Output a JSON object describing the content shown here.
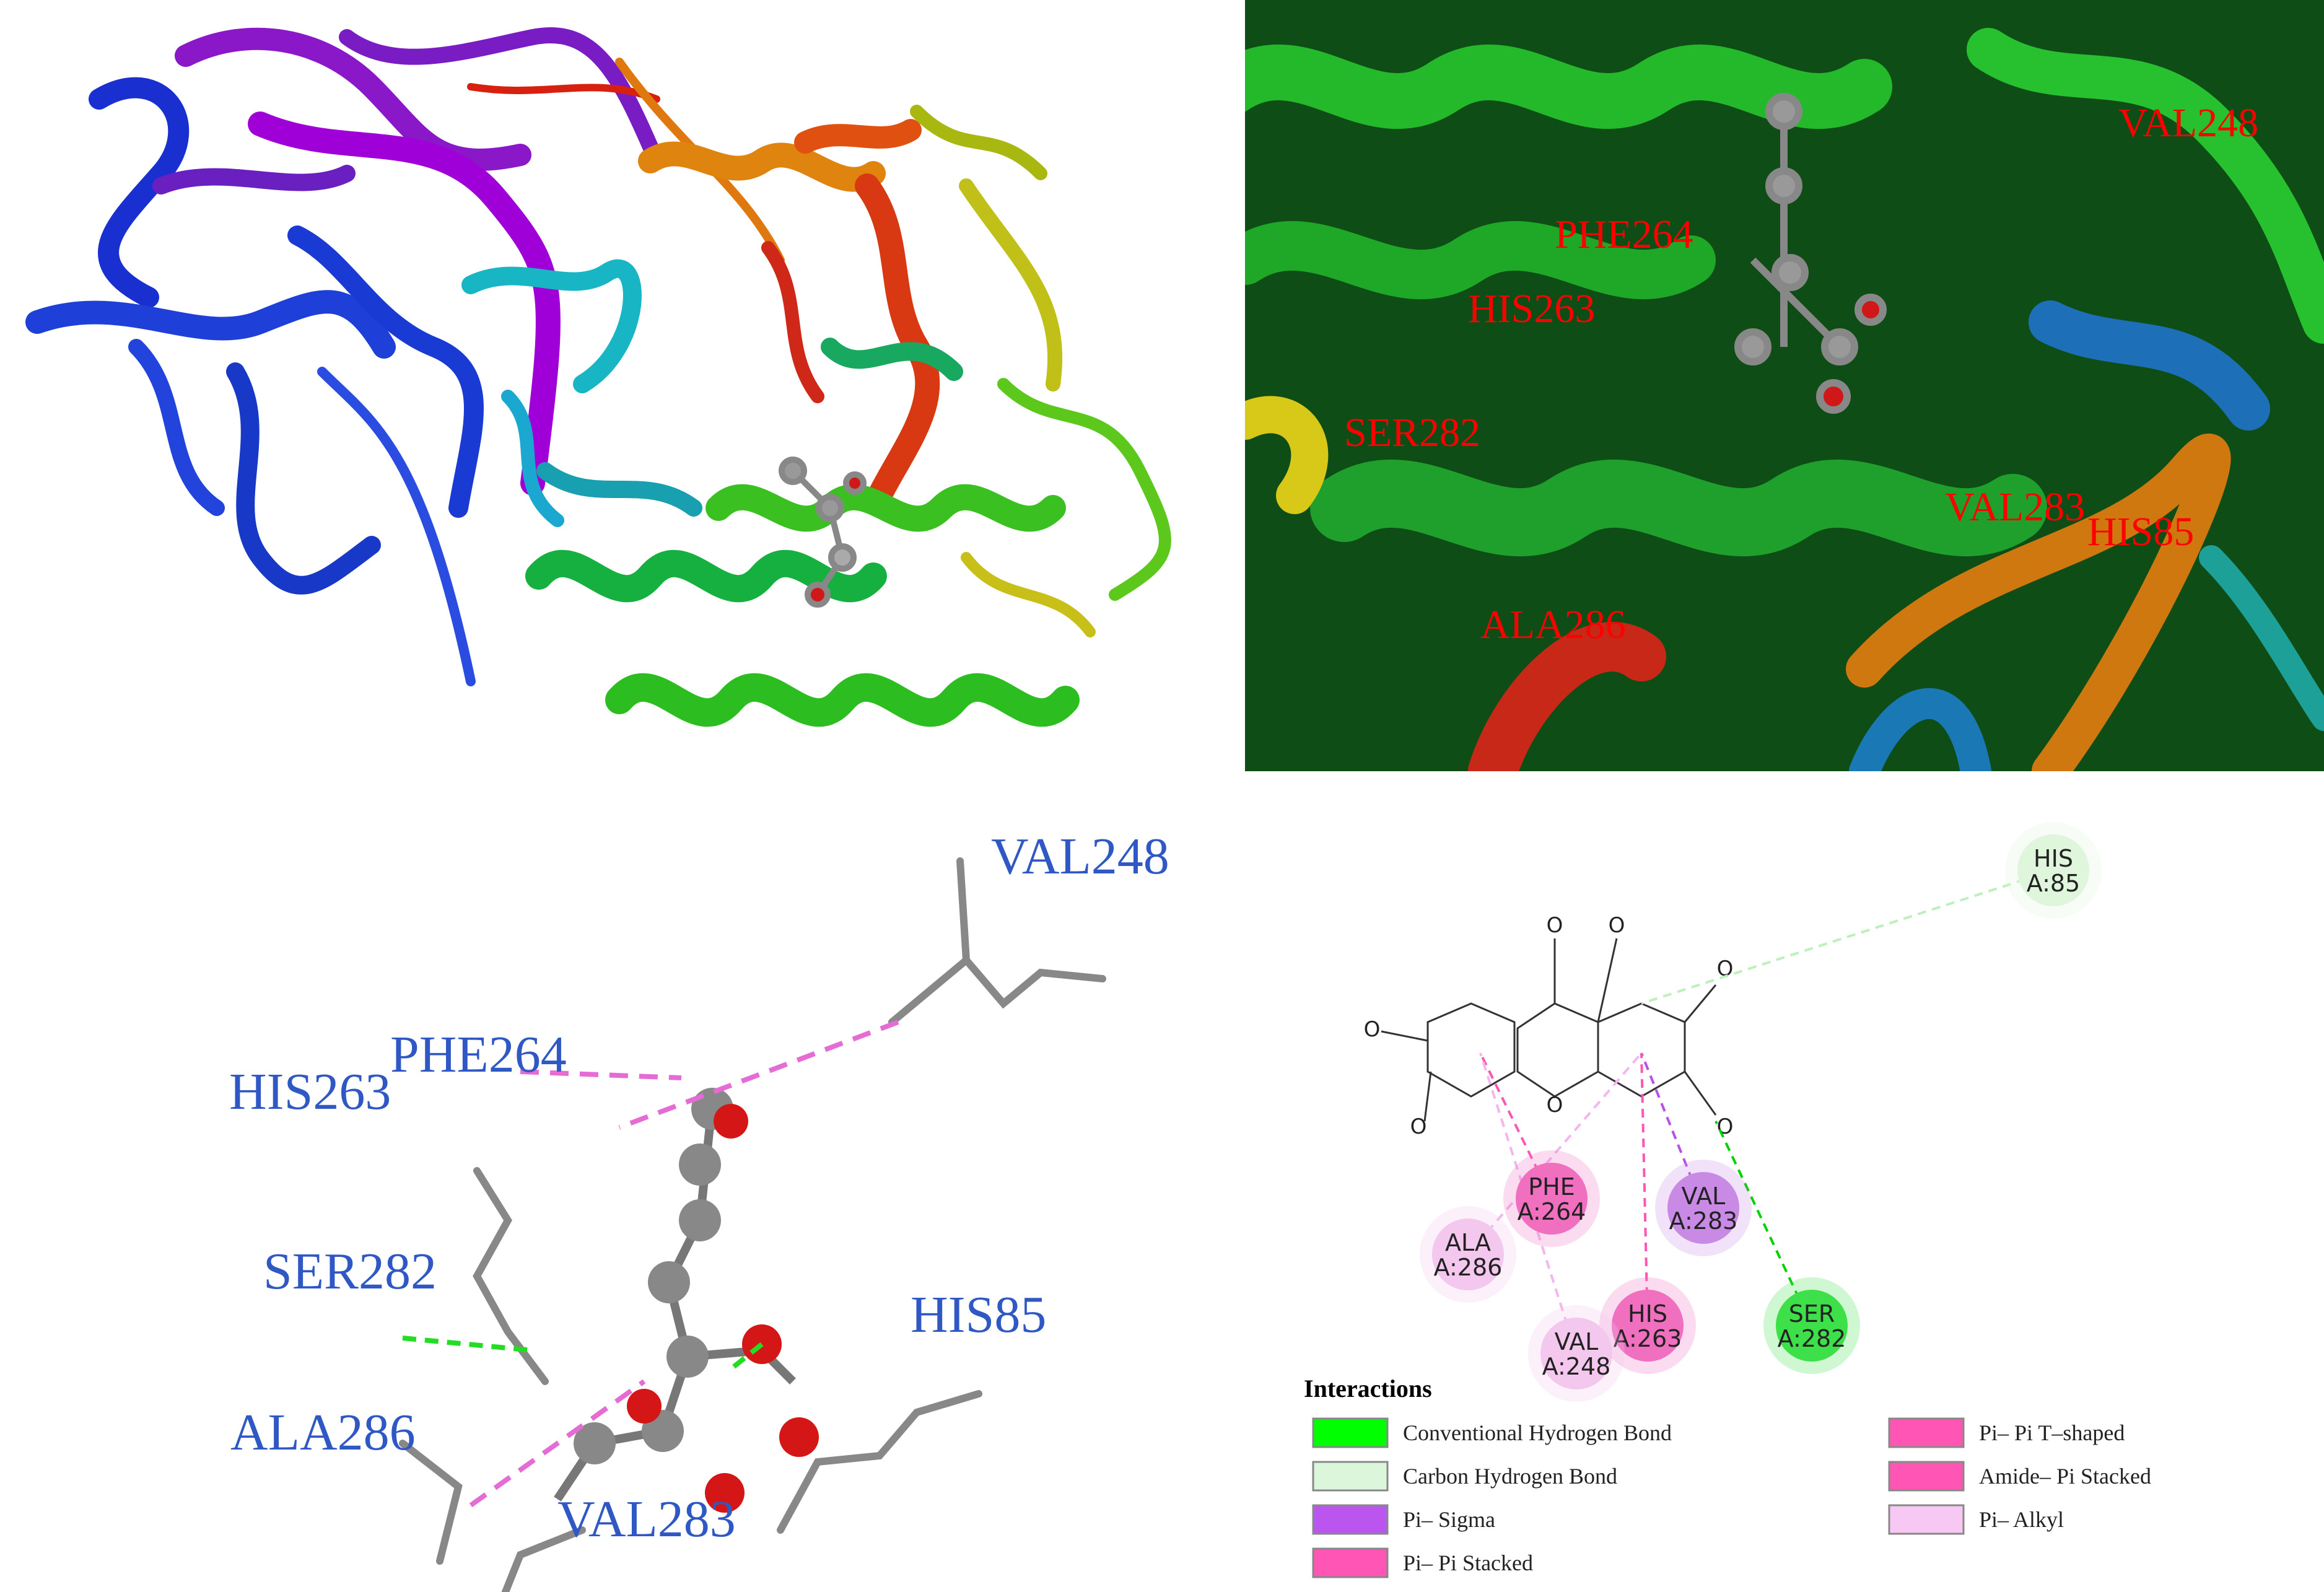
{
  "panels": {
    "b_labels": [
      {
        "id": "val248",
        "text": "VAL248"
      },
      {
        "id": "phe264",
        "text": "PHE264"
      },
      {
        "id": "his263",
        "text": "HIS263"
      },
      {
        "id": "ser282",
        "text": "SER282"
      },
      {
        "id": "val283",
        "text": "VAL283"
      },
      {
        "id": "his85",
        "text": "HIS85"
      },
      {
        "id": "ala286",
        "text": "ALA286"
      }
    ],
    "c_labels": [
      {
        "id": "val248",
        "text": "VAL248"
      },
      {
        "id": "phe264",
        "text": "PHE264"
      },
      {
        "id": "his263",
        "text": "HIS263"
      },
      {
        "id": "ser282",
        "text": "SER282"
      },
      {
        "id": "his85",
        "text": "HIS85"
      },
      {
        "id": "ala286",
        "text": "ALA286"
      },
      {
        "id": "val283",
        "text": "VAL283"
      }
    ]
  },
  "diagram2d": {
    "atom_label": "O",
    "nodes": [
      {
        "id": "his85",
        "line1": "HIS",
        "line2": "A:85",
        "color": "#dff6dd"
      },
      {
        "id": "phe264",
        "line1": "PHE",
        "line2": "A:264",
        "color": "#f06fbf"
      },
      {
        "id": "val283",
        "line1": "VAL",
        "line2": "A:283",
        "color": "#c98ae6"
      },
      {
        "id": "ala286",
        "line1": "ALA",
        "line2": "A:286",
        "color": "#f4c8ee"
      },
      {
        "id": "his263",
        "line1": "HIS",
        "line2": "A:263",
        "color": "#f06fbf"
      },
      {
        "id": "ser282",
        "line1": "SER",
        "line2": "A:282",
        "color": "#3ee04a"
      },
      {
        "id": "val248",
        "line1": "VAL",
        "line2": "A:248",
        "color": "#f4c8ee"
      }
    ],
    "legend": {
      "title": "Interactions",
      "items": [
        {
          "label": "Conventional Hydrogen Bond",
          "color": "#00ff00"
        },
        {
          "label": "Carbon Hydrogen Bond",
          "color": "#dcf6dc"
        },
        {
          "label": "Pi– Sigma",
          "color": "#bb55f0"
        },
        {
          "label": "Pi– Pi Stacked",
          "color": "#ff55b4"
        },
        {
          "label": "Pi– Pi T–shaped",
          "color": "#ff55b4"
        },
        {
          "label": "Amide– Pi Stacked",
          "color": "#ff55b4"
        },
        {
          "label": "Pi– Alkyl",
          "color": "#f8c8f4"
        }
      ]
    }
  }
}
